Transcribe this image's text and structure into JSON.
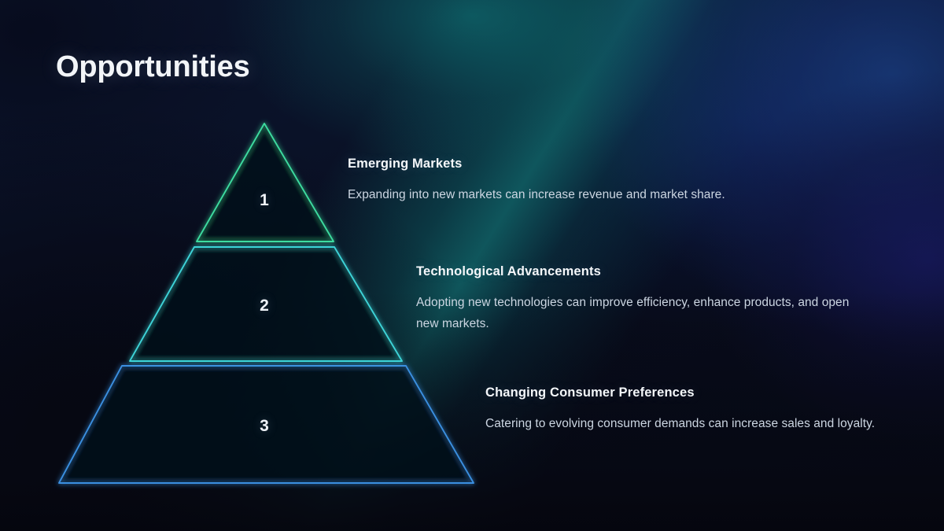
{
  "slide": {
    "title": "Opportunities",
    "background_colors": {
      "base": "#080b18",
      "teal_glow": "#0e6e70",
      "blue_glow": "#1e4896",
      "indigo_corner": "#181860"
    }
  },
  "pyramid": {
    "tiers": [
      {
        "number": "1",
        "shape": "triangle",
        "stroke_color": "#3ddca0",
        "title": "Emerging Markets",
        "description": "Expanding into new markets can increase revenue and market share."
      },
      {
        "number": "2",
        "shape": "trapezoid",
        "stroke_color": "#3ed4d8",
        "title": "Technological Advancements",
        "description": "Adopting new technologies can improve efficiency, enhance products, and open new markets."
      },
      {
        "number": "3",
        "shape": "trapezoid",
        "stroke_color": "#3a8fe0",
        "title": "Changing Consumer Preferences",
        "description": "Catering to evolving consumer demands can increase sales and loyalty."
      }
    ],
    "connector_lines": [
      {
        "color_start": "#3ddca0",
        "color_end": "#3ed4d8"
      },
      {
        "color_start": "#3ed4d8",
        "color_end": "#4aa6e4"
      }
    ]
  }
}
